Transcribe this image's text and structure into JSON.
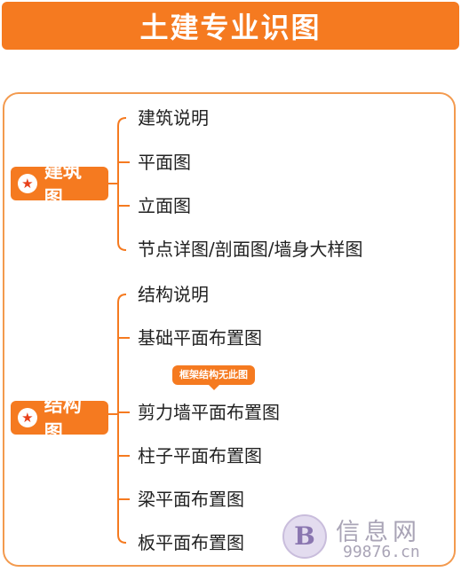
{
  "header": {
    "title": "土建专业识图"
  },
  "categories": [
    {
      "label": "建筑图",
      "icon": "star-icon",
      "items": [
        "建筑说明",
        "平面图",
        "立面图",
        "节点详图/剖面图/墙身大样图"
      ]
    },
    {
      "label": "结构图",
      "icon": "star-icon",
      "note": "框架结构无此图",
      "items": [
        "结构说明",
        "基础平面布置图",
        "剪力墙平面布置图",
        "柱子平面布置图",
        "梁平面布置图",
        "板平面布置图"
      ]
    }
  ],
  "watermark": {
    "logo_letter": "B",
    "title": "信息网",
    "domain": "99876.cn"
  },
  "colors": {
    "accent": "#f57a20",
    "border": "#f39a4e",
    "text": "#222222"
  }
}
